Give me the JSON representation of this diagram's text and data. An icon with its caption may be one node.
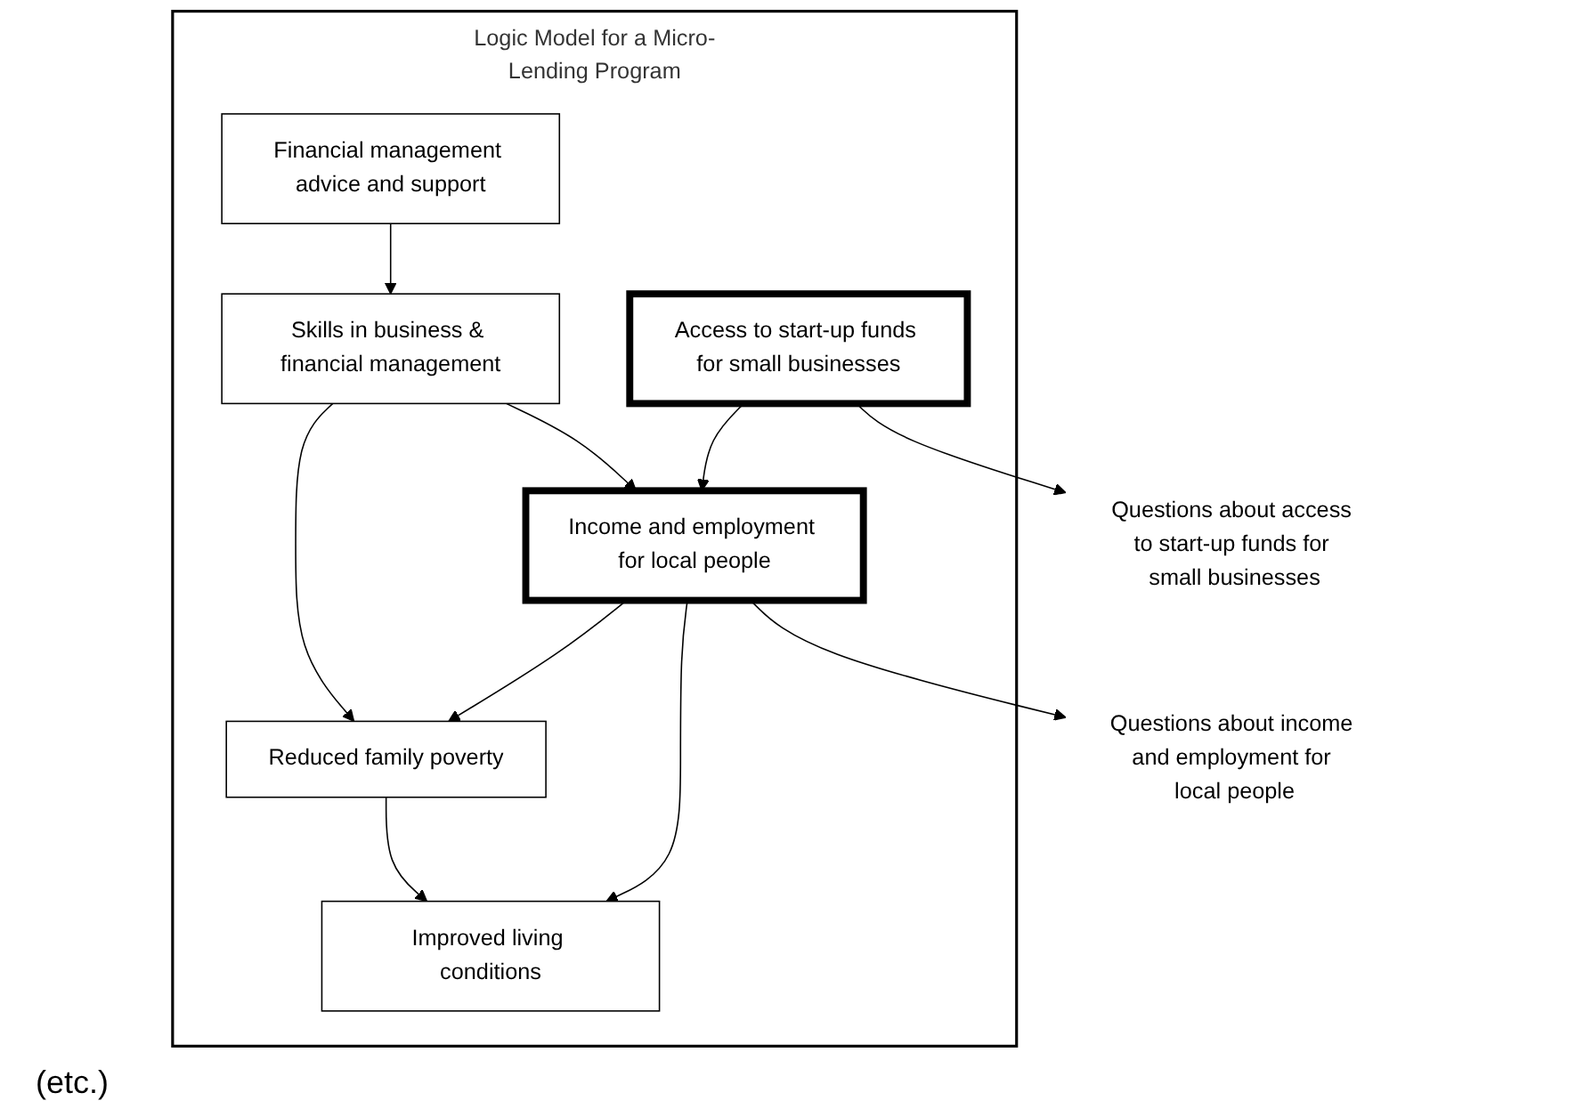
{
  "diagram": {
    "nodes": [
      {
        "text": [
          "Logic Model for a Micro-Lending Program"
        ]
      },
      {
        "text": [
          "Access to start-up funds for small businesses"
        ],
        "in": 0
      },
      {
        "text": [
          "Income and employment for local people"
        ],
        "in": 0
      },
      {
        "text": [
          "Improved living conditions"
        ],
        "in": 0
      },
      {
        "text": [
          "Financial management advice and support"
        ],
        "in": 0
      },
      {
        "text": [
          "Skills in business & financial management"
        ],
        "in": 0
      },
      {
        "text": [
          "Reduced family poverty"
        ],
        "in": 0
      },
      {
        "text": [
          "Questions about access to start-up funds for small businesses"
        ]
      },
      {
        "text": [
          "Questions about income and employment for local people"
        ]
      }
    ],
    "edges": [
      {
        "from": 1,
        "to": 2,
        "arrow": "to"
      },
      {
        "from": 2,
        "to": 3,
        "arrow": "to"
      },
      {
        "from": 5,
        "to": 2,
        "arrow": "to"
      },
      {
        "from": 2,
        "to": 6,
        "arrow": "to"
      },
      {
        "from": 6,
        "to": 3,
        "arrow": "to"
      },
      {
        "from": 4,
        "to": 5,
        "arrow": "to"
      },
      {
        "from": 5,
        "to": 6,
        "arrow": "to"
      },
      {
        "from": 1,
        "to": 7,
        "arrow": "to"
      },
      {
        "from": 2,
        "to": 8,
        "arrow": "to"
      }
    ],
    "labels": [
      "(etc.)"
    ]
  }
}
